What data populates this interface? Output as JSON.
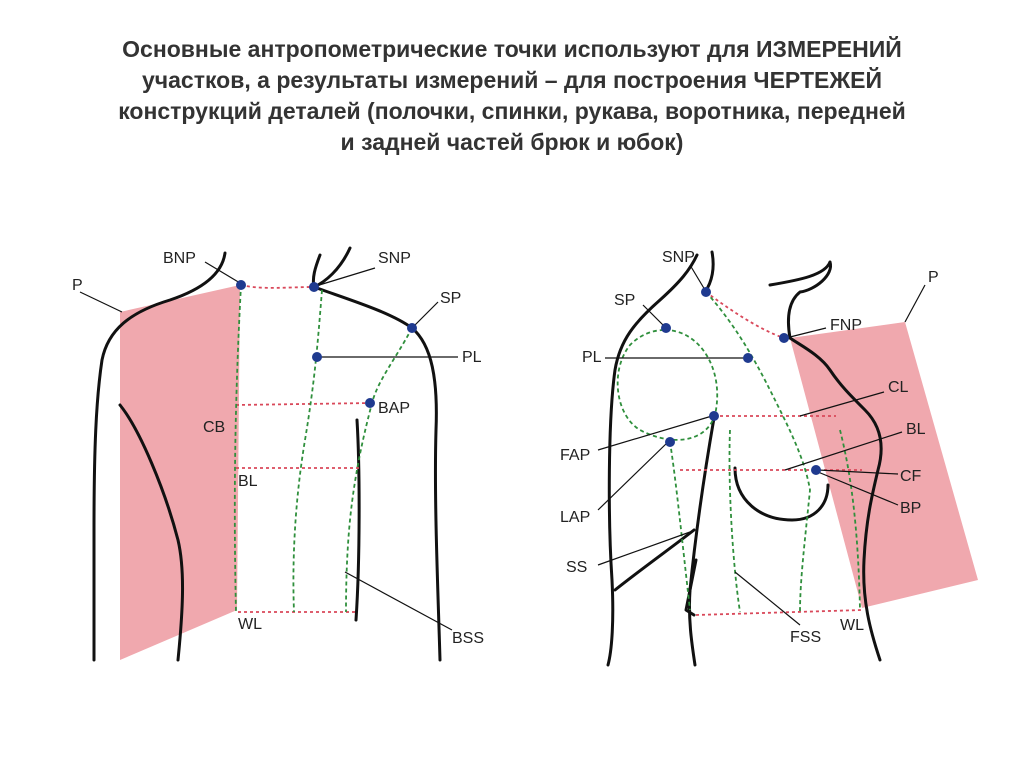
{
  "title": {
    "lines": [
      "Основные антропометрические точки используют для ИЗМЕРЕНИЙ",
      "участков, а результаты измерений – для построения ЧЕРТЕЖЕЙ",
      "конструкций деталей (полочки, спинки, рукава, воротника, передней",
      "и задней частей брюк и юбок)"
    ]
  },
  "back_view": {
    "labels": {
      "p": "P",
      "bnp": "BNP",
      "snp": "SNP",
      "sp": "SP",
      "pl": "PL",
      "bap": "BAP",
      "cb": "CB",
      "bl": "BL",
      "wl": "WL",
      "bss": "BSS"
    }
  },
  "front_view": {
    "labels": {
      "snp": "SNP",
      "p": "P",
      "sp": "SP",
      "fnp": "FNP",
      "pl": "PL",
      "cl": "CL",
      "bl": "BL",
      "fap": "FAP",
      "cf": "CF",
      "bp": "BP",
      "lap": "LAP",
      "ss": "SS",
      "fss": "FSS",
      "wl": "WL"
    }
  },
  "colors": {
    "pink_fill": "#f0a8ae",
    "red_dash": "#d9485a",
    "green_dash": "#2f8f3c",
    "point": "#1f3a8f"
  }
}
